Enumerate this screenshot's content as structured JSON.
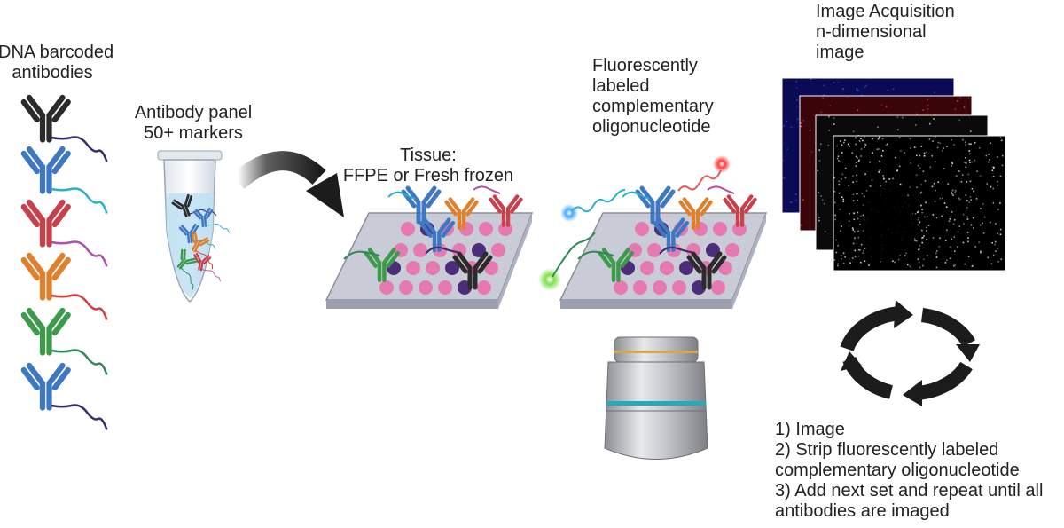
{
  "labels": {
    "dna_barcoded": [
      "DNA barcoded",
      "antibodies"
    ],
    "antibody_panel": [
      "Antibody panel",
      "50+ markers"
    ],
    "tissue": [
      "Tissue:",
      "FFPE or Fresh frozen"
    ],
    "fluorescent": [
      "Fluorescently",
      "labeled",
      "complementary",
      "oligonucleotide"
    ],
    "acquisition": [
      "Image Acquisition",
      "n-dimensional",
      "image"
    ],
    "steps": [
      "1) Image",
      "2) Strip fluorescently labeled",
      "complementary oligonucleotide",
      "3) Add next set and repeat until all",
      "antibodies are imaged"
    ]
  },
  "antibody_colors": [
    "#2b2b2b",
    "#3f78c2",
    "#c8404a",
    "#e0802d",
    "#3c9a4a",
    "#3f78c2"
  ],
  "tail_colors": [
    "#3a2b6e",
    "#2bb0c9",
    "#b04fa5",
    "#d63a3a",
    "#2e8a5a",
    "#3a2b6e"
  ],
  "colors": {
    "tissue_dot": "#e57ab3",
    "nucleus": "#4b2d7a",
    "slide": "#c9cbd6",
    "arrow": "#1c1c1c"
  },
  "icons": [
    "antibody-icon",
    "tube-icon",
    "curved-arrow-icon",
    "slide-icon",
    "objective-lens-icon",
    "cycle-arrows-icon",
    "image-stack-icon"
  ]
}
